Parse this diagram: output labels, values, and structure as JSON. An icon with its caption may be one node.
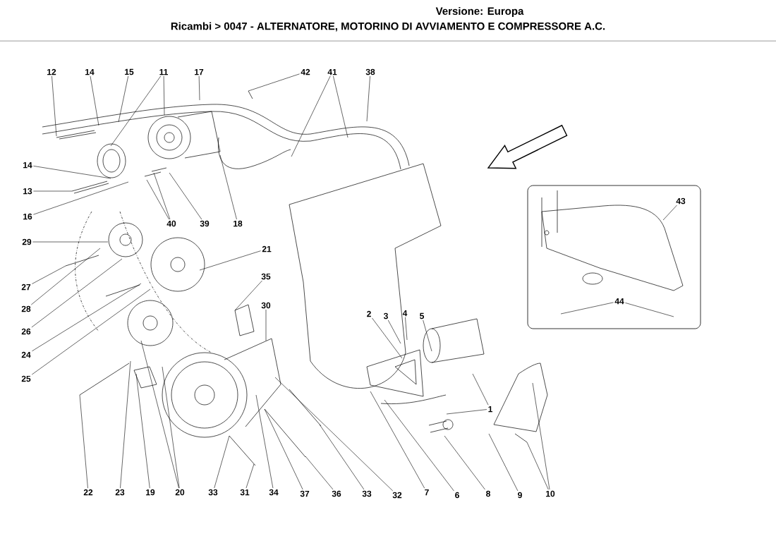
{
  "diagram": {
    "title": "Ricambi > 0047 - ALTERNATORE, MOTORINO DI AVVIAMENTO E COMPRESSORE A.C.",
    "labels": [
      "Versione: Europa"
    ],
    "nodes": [
      {
        "text": [
          "12"
        ]
      },
      {
        "text": [
          "14"
        ]
      },
      {
        "text": [
          "15"
        ]
      },
      {
        "text": [
          "11"
        ]
      },
      {
        "text": [
          "17"
        ]
      },
      {
        "text": [
          "42"
        ]
      },
      {
        "text": [
          "41"
        ]
      },
      {
        "text": [
          "38"
        ]
      },
      {
        "text": [
          "14"
        ]
      },
      {
        "text": [
          "13"
        ]
      },
      {
        "text": [
          "16"
        ]
      },
      {
        "text": [
          "40"
        ]
      },
      {
        "text": [
          "39"
        ]
      },
      {
        "text": [
          "18"
        ]
      },
      {
        "text": [
          "29"
        ]
      },
      {
        "text": [
          "21"
        ]
      },
      {
        "text": [
          "35"
        ]
      },
      {
        "text": [
          "27"
        ]
      },
      {
        "text": [
          "28"
        ]
      },
      {
        "text": [
          "26"
        ]
      },
      {
        "text": [
          "24"
        ]
      },
      {
        "text": [
          "30"
        ]
      },
      {
        "text": [
          "25"
        ]
      },
      {
        "text": [],
        "shape": "box"
      },
      {
        "text": [
          "43"
        ],
        "in": 23
      },
      {
        "text": [
          "44"
        ],
        "in": 23
      },
      {
        "text": [
          "2"
        ]
      },
      {
        "text": [
          "3"
        ]
      },
      {
        "text": [
          "4"
        ]
      },
      {
        "text": [
          "5"
        ]
      },
      {
        "text": [
          "1"
        ]
      },
      {
        "text": [
          "22"
        ]
      },
      {
        "text": [
          "23"
        ]
      },
      {
        "text": [
          "19"
        ]
      },
      {
        "text": [
          "20"
        ]
      },
      {
        "text": [
          "33"
        ]
      },
      {
        "text": [
          "31"
        ]
      },
      {
        "text": [
          "34"
        ]
      },
      {
        "text": [
          "37"
        ]
      },
      {
        "text": [
          "36"
        ]
      },
      {
        "text": [
          "33"
        ]
      },
      {
        "text": [
          "32"
        ]
      },
      {
        "text": [
          "7"
        ]
      },
      {
        "text": [
          "6"
        ]
      },
      {
        "text": [
          "8"
        ]
      },
      {
        "text": [
          "9"
        ]
      },
      {
        "text": [
          "10"
        ]
      }
    ],
    "edges": [
      {
        "from": 0,
        "to": null,
        "arrow": "none"
      },
      {
        "from": 1,
        "to": null,
        "arrow": "none"
      },
      {
        "from": 2,
        "to": null,
        "arrow": "none"
      },
      {
        "from": 3,
        "to": null,
        "arrow": "none"
      },
      {
        "from": 3,
        "to": null,
        "arrow": "none"
      },
      {
        "from": 4,
        "to": null,
        "arrow": "none"
      },
      {
        "from": 5,
        "to": null,
        "arrow": "none"
      },
      {
        "from": 6,
        "to": null,
        "arrow": "none"
      },
      {
        "from": 6,
        "to": null,
        "arrow": "none"
      },
      {
        "from": 7,
        "to": null,
        "arrow": "none"
      },
      {
        "from": 8,
        "to": null,
        "arrow": "none"
      },
      {
        "from": 9,
        "to": null,
        "arrow": "none"
      },
      {
        "from": 10,
        "to": null,
        "arrow": "none"
      },
      {
        "from": 11,
        "to": null,
        "arrow": "none"
      },
      {
        "from": 11,
        "to": null,
        "arrow": "none"
      },
      {
        "from": 12,
        "to": null,
        "arrow": "none"
      },
      {
        "from": 13,
        "to": null,
        "arrow": "none"
      },
      {
        "from": 14,
        "to": null,
        "arrow": "none"
      },
      {
        "from": 15,
        "to": null,
        "arrow": "none"
      },
      {
        "from": 16,
        "to": null,
        "arrow": "none"
      },
      {
        "from": 17,
        "to": null,
        "arrow": "none"
      },
      {
        "from": 18,
        "to": null,
        "arrow": "none"
      },
      {
        "from": 19,
        "to": null,
        "arrow": "none"
      },
      {
        "from": 20,
        "to": null,
        "arrow": "none"
      },
      {
        "from": 21,
        "to": null,
        "arrow": "none"
      },
      {
        "from": 22,
        "to": null,
        "arrow": "none"
      },
      {
        "from": 24,
        "to": null,
        "arrow": "none"
      },
      {
        "from": 25,
        "to": null,
        "arrow": "none"
      },
      {
        "from": 25,
        "to": null,
        "arrow": "none"
      },
      {
        "from": 26,
        "to": null,
        "arrow": "none"
      },
      {
        "from": 27,
        "to": null,
        "arrow": "none"
      },
      {
        "from": 28,
        "to": null,
        "arrow": "none"
      },
      {
        "from": 29,
        "to": null,
        "arrow": "none"
      },
      {
        "from": 30,
        "to": null,
        "arrow": "none"
      },
      {
        "from": 30,
        "to": null,
        "arrow": "none"
      },
      {
        "from": 31,
        "to": null,
        "arrow": "none"
      },
      {
        "from": 32,
        "to": null,
        "arrow": "none"
      },
      {
        "from": 33,
        "to": null,
        "arrow": "none"
      },
      {
        "from": 34,
        "to": null,
        "arrow": "none"
      },
      {
        "from": 34,
        "to": null,
        "arrow": "none"
      },
      {
        "from": 35,
        "to": null,
        "arrow": "none"
      },
      {
        "from": 36,
        "to": null,
        "arrow": "none"
      },
      {
        "from": 37,
        "to": null,
        "arrow": "none"
      },
      {
        "from": 38,
        "to": null,
        "arrow": "none"
      },
      {
        "from": 39,
        "to": null,
        "arrow": "none"
      },
      {
        "from": 40,
        "to": null,
        "arrow": "none"
      },
      {
        "from": 41,
        "to": null,
        "arrow": "none"
      },
      {
        "from": 42,
        "to": null,
        "arrow": "none"
      },
      {
        "from": 43,
        "to": null,
        "arrow": "none"
      },
      {
        "from": 44,
        "to": null,
        "arrow": "none"
      },
      {
        "from": 45,
        "to": null,
        "arrow": "none"
      },
      {
        "from": 46,
        "to": null,
        "arrow": "none"
      },
      {
        "from": 46,
        "to": null,
        "arrow": "none"
      }
    ]
  }
}
